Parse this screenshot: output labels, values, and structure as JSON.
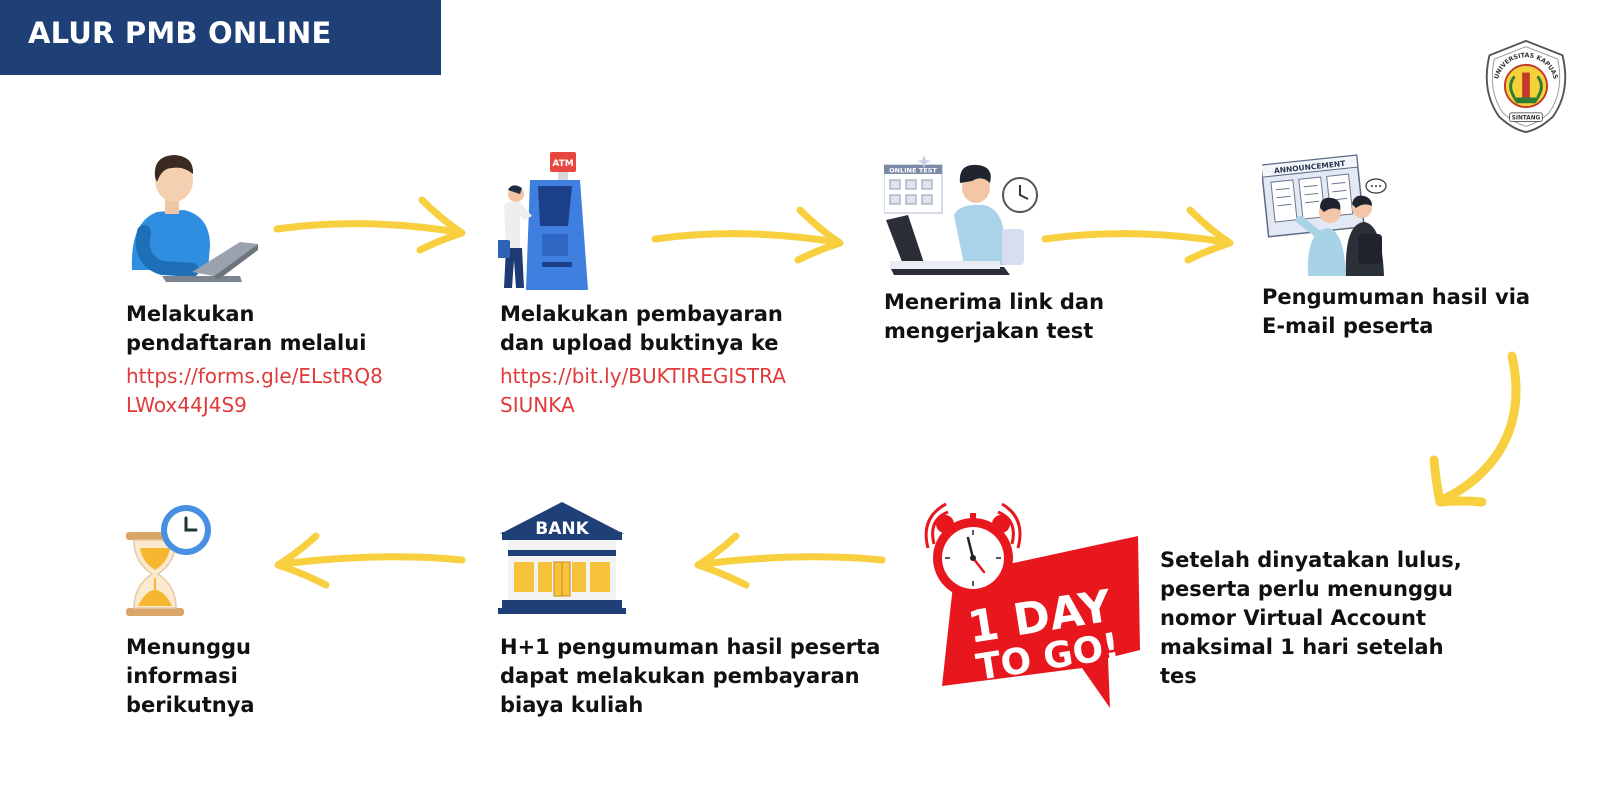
{
  "header": {
    "title": "ALUR PMB ONLINE"
  },
  "logo": {
    "top_text": "UNIVERSITAS KAPUAS",
    "bottom_text": "SINTANG"
  },
  "steps": [
    {
      "lines": [
        "Melakukan",
        "pendaftaran melalui"
      ],
      "link_lines": [
        "https://forms.gle/ELstRQ8",
        "LWox44J4S9"
      ],
      "icon": "person-laptop-icon"
    },
    {
      "lines": [
        "Melakukan pembayaran",
        "dan upload buktinya ke"
      ],
      "link_lines": [
        "https://bit.ly/BUKTIREGISTRA",
        "SIUNKA"
      ],
      "icon": "atm-icon",
      "icon_label": "ATM"
    },
    {
      "lines": [
        "Menerima link dan",
        "mengerjakan test"
      ],
      "icon": "online-test-icon",
      "icon_label": "ONLINE TEST"
    },
    {
      "lines": [
        "Pengumuman hasil via",
        "E-mail peserta"
      ],
      "icon": "announcement-board-icon",
      "icon_label": "ANNOUNCEMENT"
    },
    {
      "lines": [
        "Setelah dinyatakan lulus,",
        "peserta perlu menunggu",
        "nomor Virtual Account",
        "maksimal 1 hari setelah",
        "tes"
      ],
      "icon": "alarm-clock-icon",
      "badge_lines": [
        "1 DAY",
        "TO GO!"
      ]
    },
    {
      "lines": [
        "H+1 pengumuman hasil peserta",
        "dapat melakukan pembayaran",
        "biaya kuliah"
      ],
      "icon": "bank-building-icon",
      "icon_label": "BANK"
    },
    {
      "lines": [
        "Menunggu",
        "informasi",
        "berikutnya"
      ],
      "icon": "hourglass-clock-icon"
    }
  ],
  "colors": {
    "header_bg": "#1f3f77",
    "arrow": "#f7cf3f",
    "link": "#e03a3a",
    "badge": "#e8161d"
  }
}
